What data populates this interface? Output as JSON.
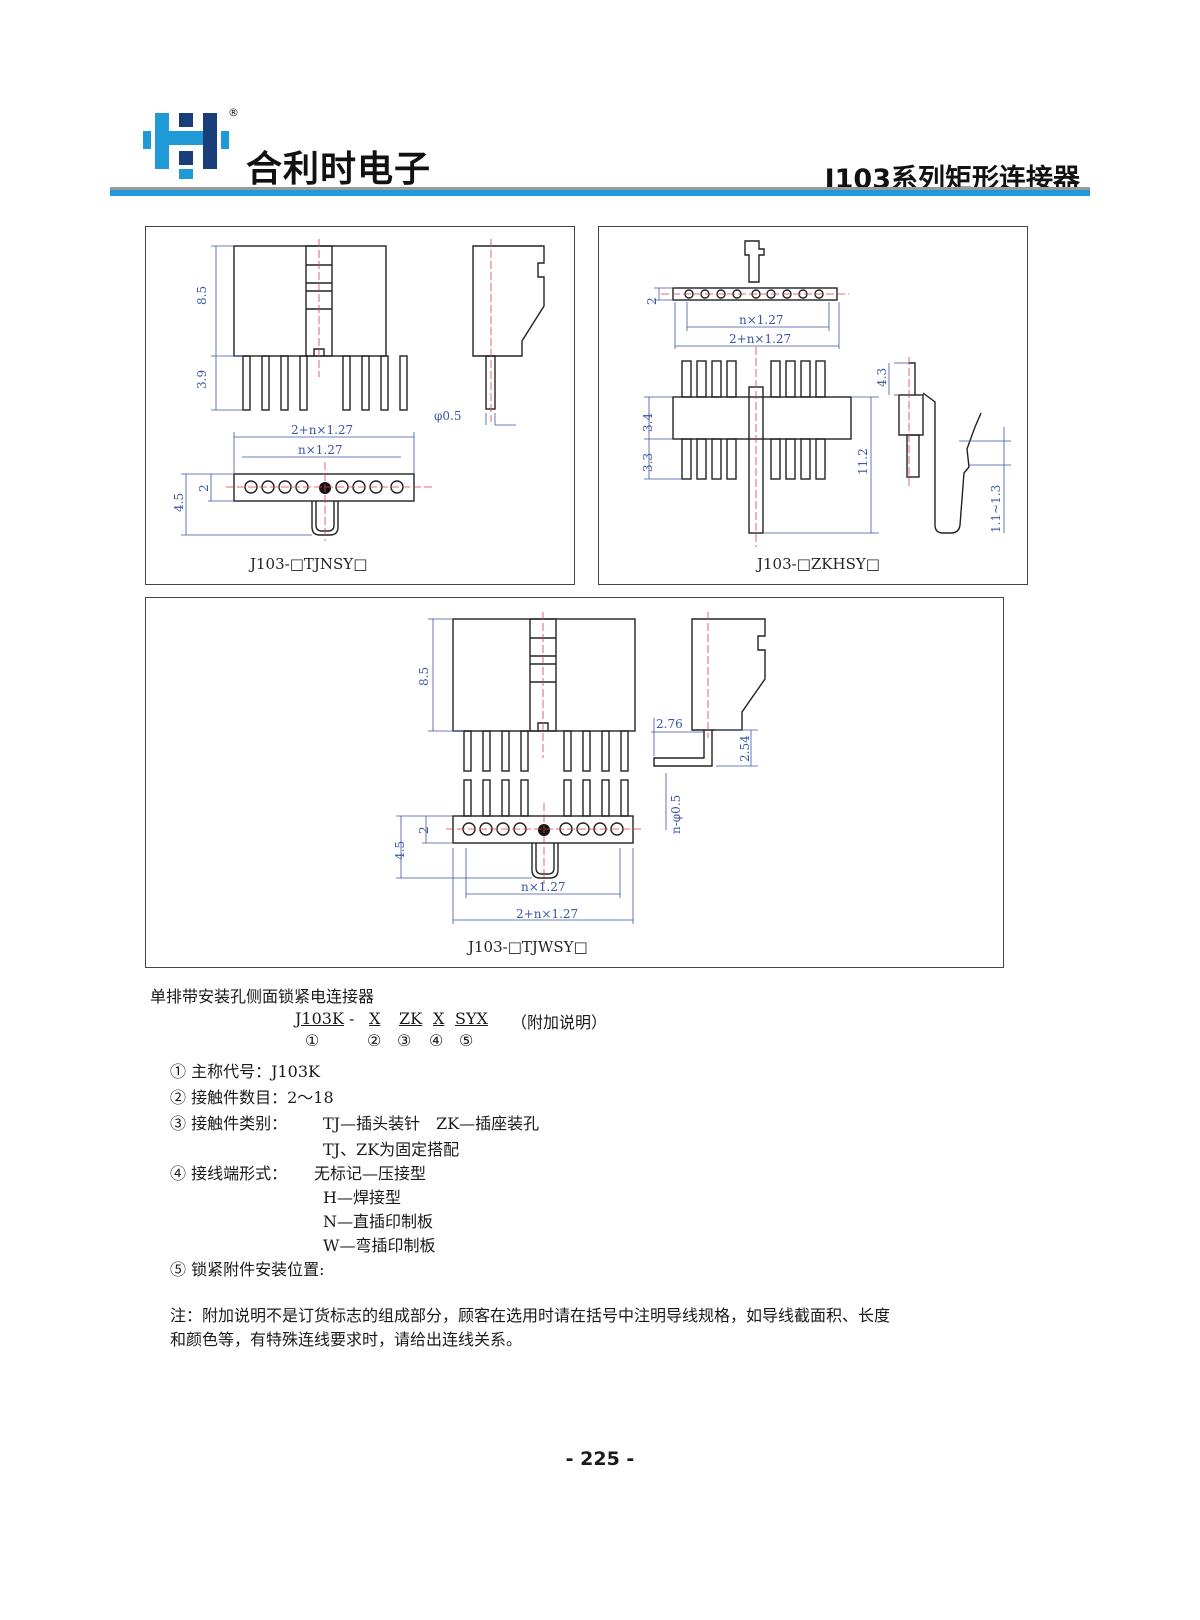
{
  "header": {
    "brand": "合利时电子",
    "registered_mark": "®",
    "series_title": "J103系列矩形连接器",
    "colors": {
      "logo_blue": "#1f9ad6",
      "logo_dark": "#1a3e7a",
      "rule_blue": "#1f9ad6"
    }
  },
  "panels": {
    "tjnsy": {
      "caption": "J103-□TJNSY□",
      "dims": {
        "h_body": "8.5",
        "h_pin": "3.9",
        "pin_dia": "φ0.5",
        "overall": "2+n×1.27",
        "pitch": "n×1.27",
        "h_total": "4.5",
        "h_row": "2"
      }
    },
    "zkhsy": {
      "caption": "J103-□ZKHSY□",
      "dims": {
        "h_row": "2",
        "pitch": "n×1.27",
        "overall": "2+n×1.27",
        "h_upper": "3.4",
        "h_lower": "3.3",
        "h_total": "11.2",
        "h_top": "4.3",
        "range": "1.1~1.3"
      }
    },
    "tjwsy": {
      "caption": "J103-□TJWSY□",
      "dims": {
        "h_body": "8.5",
        "w_bend": "2.76",
        "h_bend": "2.54",
        "pin_dia": "n-φ0.5",
        "h_total": "4.5",
        "h_row": "2",
        "pitch": "n×1.27",
        "overall": "2+n×1.27"
      }
    }
  },
  "description": {
    "title": "单排带安装孔侧面锁紧电连接器",
    "code": {
      "p1": "J103K",
      "sep": "-",
      "p2": "X",
      "p3": "ZK",
      "p4": "X",
      "p5": "SYX",
      "note": "（附加说明）"
    },
    "markers": [
      "①",
      "②",
      "③",
      "④",
      "⑤"
    ],
    "items": [
      {
        "label": "① 主称代号：J103K"
      },
      {
        "label": "② 接触件数目：2～18"
      },
      {
        "label": "③ 接触件类别：",
        "values": [
          "TJ—插头装针　ZK—插座装孔",
          "TJ、ZK为固定搭配"
        ]
      },
      {
        "label": "④ 接线端形式：",
        "values": [
          "无标记—压接型",
          "H—焊接型",
          "N—直插印制板",
          "W—弯插印制板"
        ]
      },
      {
        "label": "⑤ 锁紧附件安装位置:"
      }
    ],
    "note_line1": "注：附加说明不是订货标志的组成部分，顾客在选用时请在括号中注明导线规格，如导线截面积、长度",
    "note_line2": "和颜色等，有特殊连线要求时，请给出连线关系。"
  },
  "footer": {
    "page_number": "- 225 -"
  }
}
